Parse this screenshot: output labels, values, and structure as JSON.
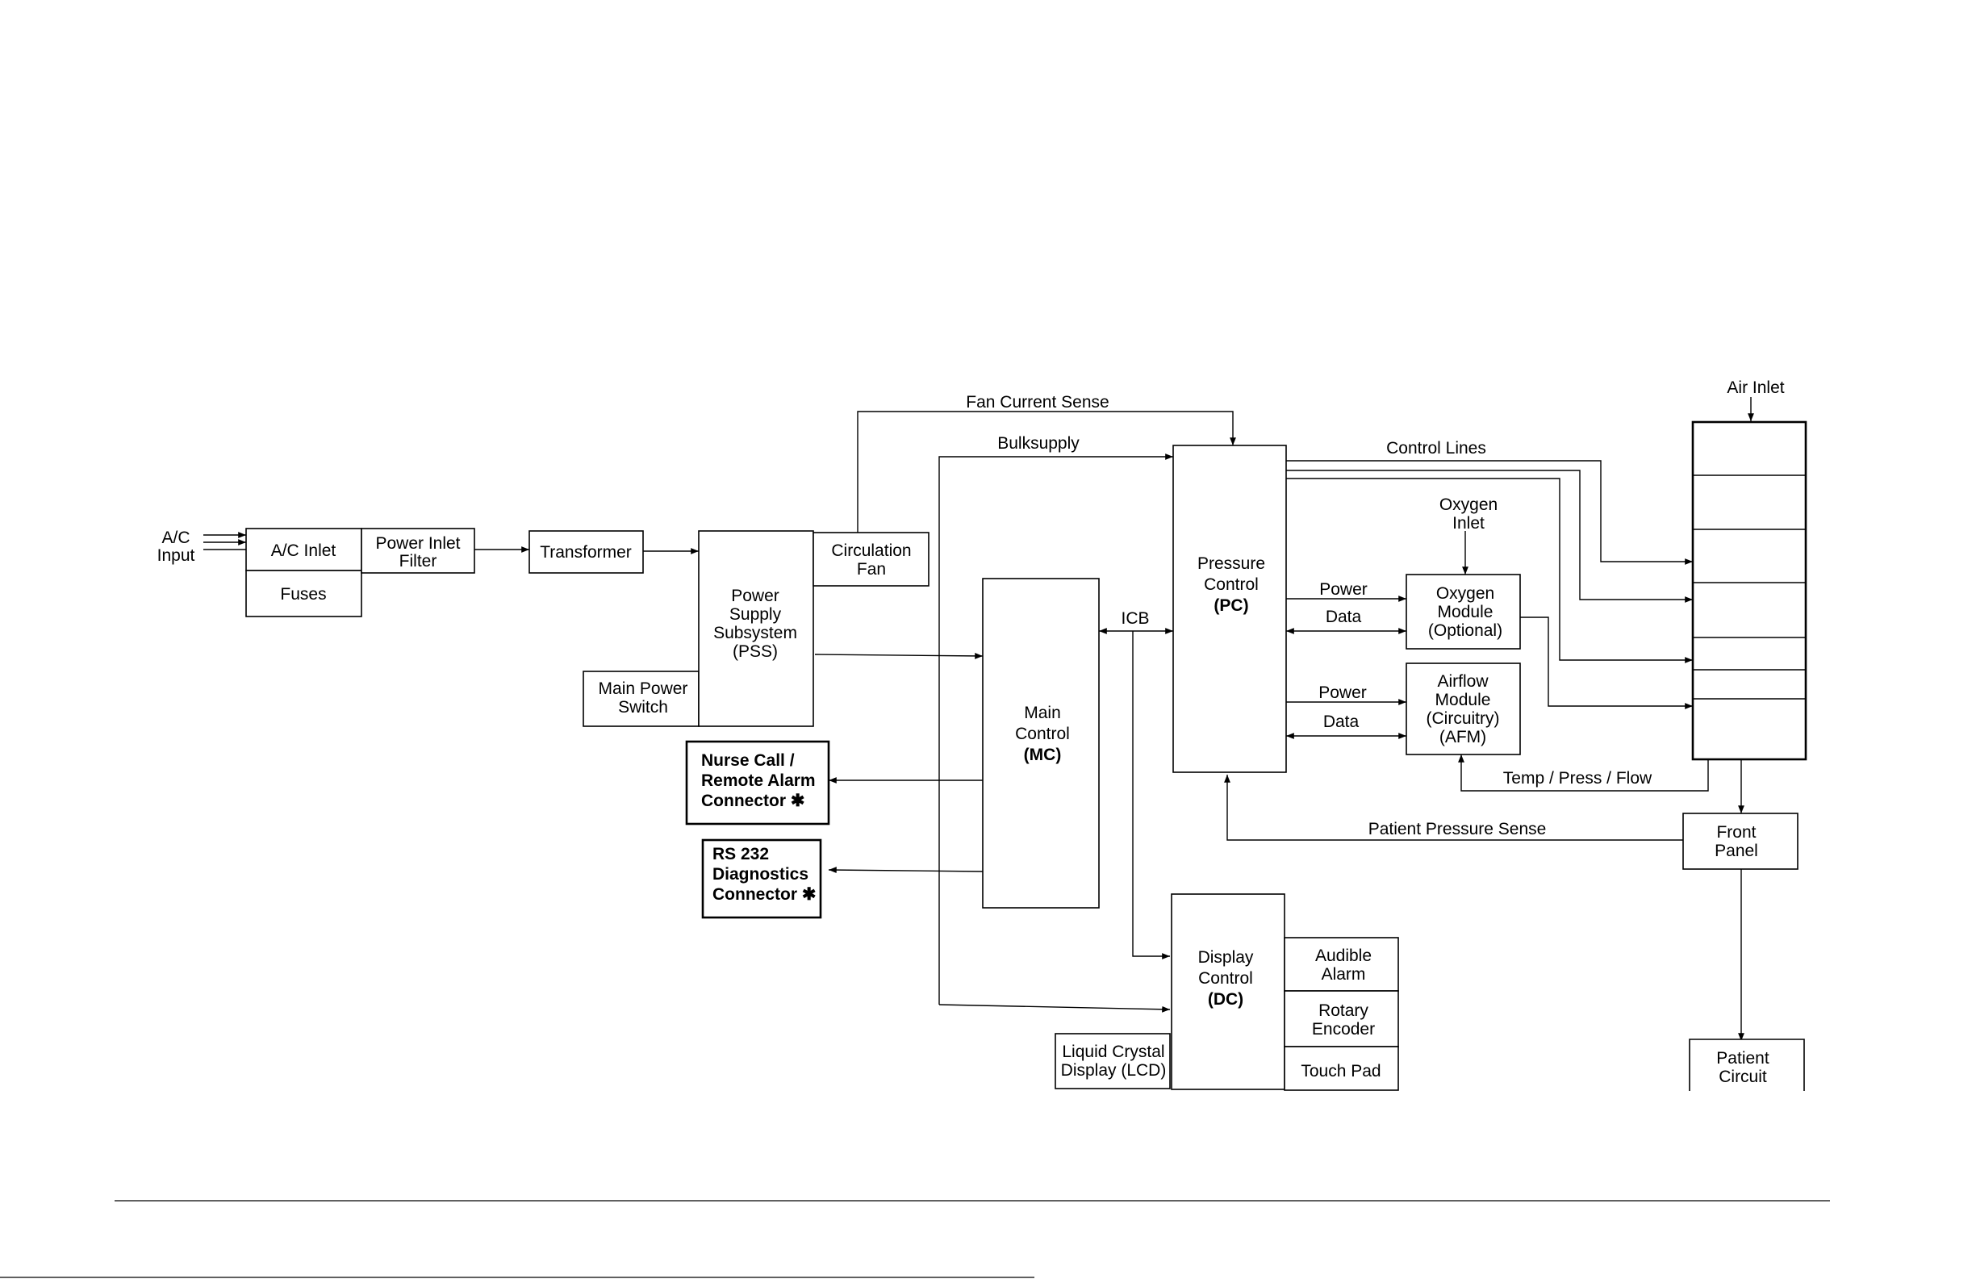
{
  "blocks": {
    "ac_input": [
      "A/C",
      "Input"
    ],
    "ac_inlet": [
      "A/C Inlet"
    ],
    "fuses": [
      "Fuses"
    ],
    "power_inlet_filter": [
      "Power Inlet",
      "Filter"
    ],
    "transformer": [
      "Transformer"
    ],
    "pss": [
      "Power",
      "Supply",
      "Subsystem",
      "(PSS)"
    ],
    "circulation_fan": [
      "Circulation",
      "Fan"
    ],
    "main_power_switch": [
      "Main Power",
      "Switch"
    ],
    "nurse_call": [
      "Nurse Call /",
      "Remote Alarm",
      "Connector ✱"
    ],
    "rs232": [
      "RS 232",
      "Diagnostics",
      "Connector ✱"
    ],
    "main_control": [
      "Main",
      "Control",
      "(MC)"
    ],
    "pressure_control": [
      "Pressure",
      "Control",
      "(PC)"
    ],
    "oxygen_inlet": [
      "Oxygen",
      "Inlet"
    ],
    "oxygen_module": [
      "Oxygen",
      "Module",
      "(Optional)"
    ],
    "airflow_module": [
      "Airflow",
      "Module",
      "(Circuitry)",
      "(AFM)"
    ],
    "display_control": [
      "Display",
      "Control",
      "(DC)"
    ],
    "audible_alarm": [
      "Audible",
      "Alarm"
    ],
    "rotary_encoder": [
      "Rotary",
      "Encoder"
    ],
    "touch_pad": [
      "Touch Pad"
    ],
    "lcd": [
      "Liquid Crystal",
      "Display (LCD)"
    ],
    "air_inlet": [
      "Air Inlet"
    ],
    "front_panel": [
      "Front",
      "Panel"
    ],
    "patient_circuit": [
      "Patient",
      "Circuit"
    ]
  },
  "signals": {
    "fan_current_sense": "Fan Current Sense",
    "bulksupply": "Bulksupply",
    "control_lines": "Control Lines",
    "icb": "ICB",
    "power_oxygen": "Power",
    "data_oxygen": "Data",
    "power_afm": "Power",
    "data_afm": "Data",
    "temp_press_flow": "Temp / Press / Flow",
    "patient_pressure_sense": "Patient Pressure Sense"
  }
}
